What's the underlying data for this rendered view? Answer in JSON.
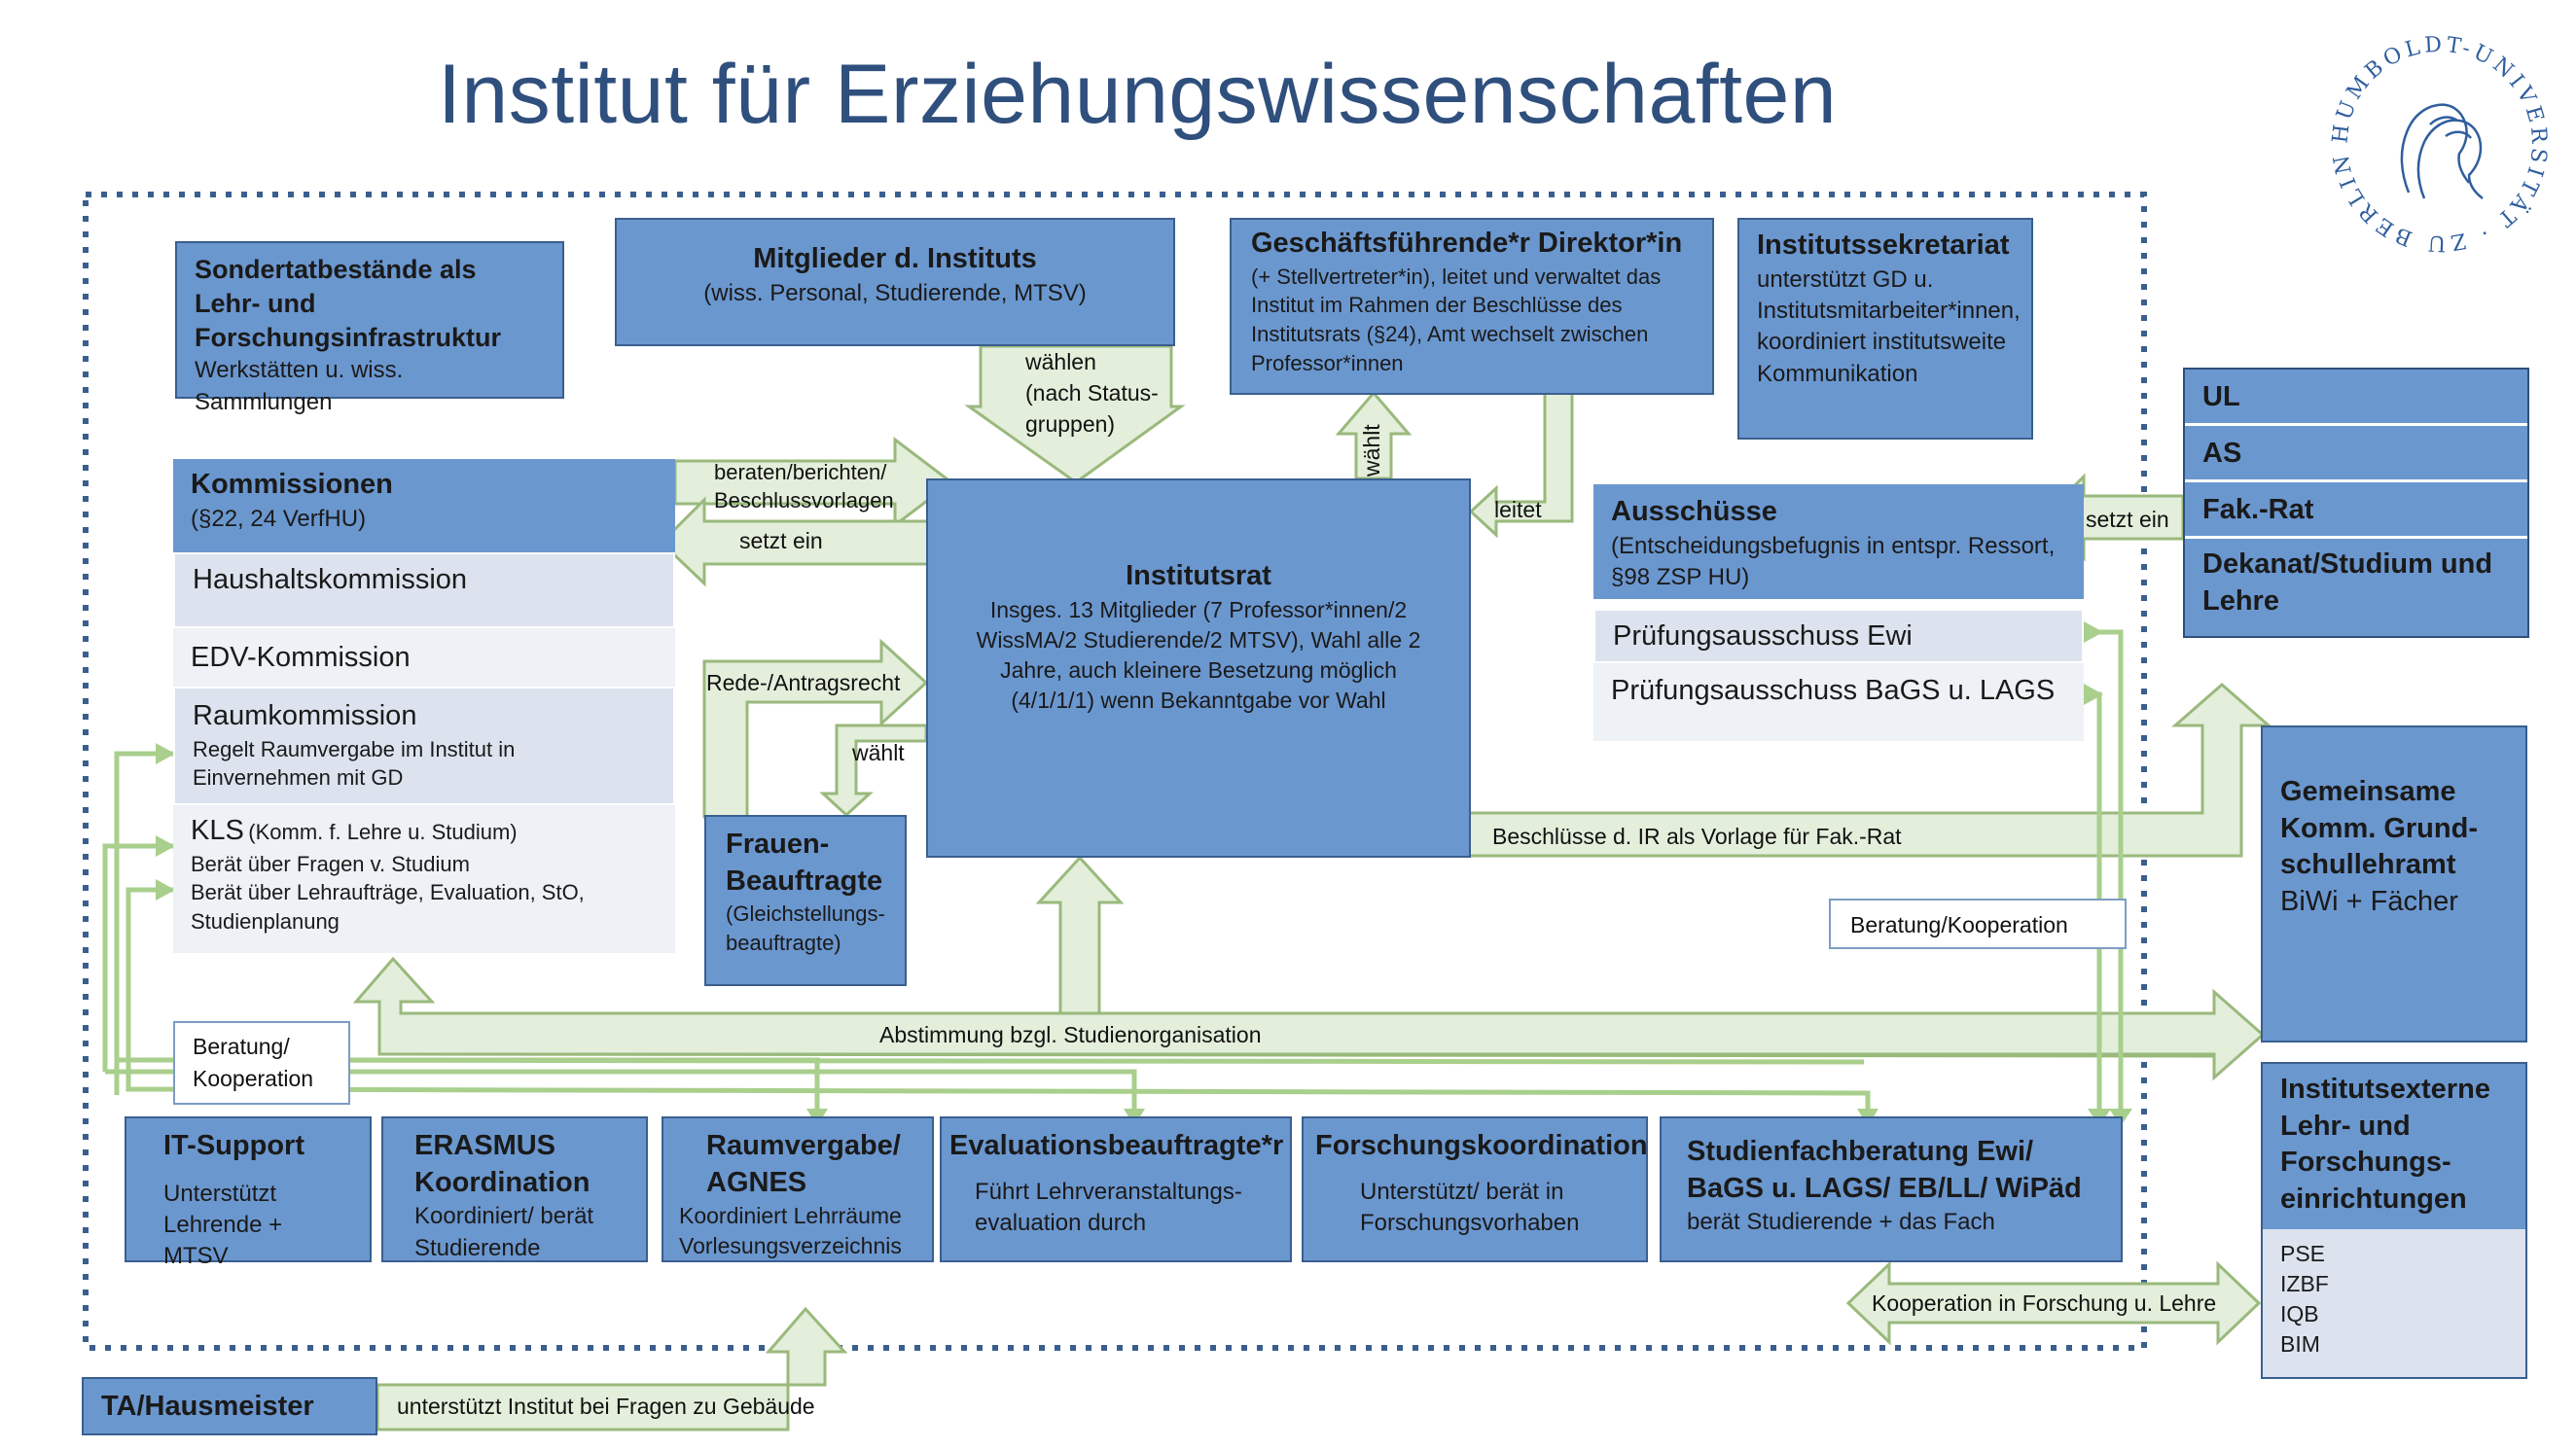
{
  "title": "Institut für Erziehungswissenschaften",
  "seal": {
    "text": "HUMBOLDT-UNIVERSITÄT · ZU BERLIN ·"
  },
  "boxes": {
    "sondertat": {
      "title": "Sondertatbestände als Lehr- und Forschungsinfrastruktur",
      "text": "Werkstätten u. wiss. Sammlungen"
    },
    "mitglieder": {
      "title": "Mitglieder d. Instituts",
      "text": "(wiss. Personal, Studierende, MTSV)"
    },
    "direktor": {
      "title": "Geschäftsführende*r Direktor*in",
      "text": "(+ Stellvertreter*in), leitet und verwaltet das Institut im Rahmen der Beschlüsse des Institutsrats (§24), Amt wechselt zwischen Professor*innen"
    },
    "sekretariat": {
      "title": "Institutssekretariat",
      "text": "unterstützt GD u. Institutsmitarbeiter*innen, koordiniert institutsweite Kommunikation"
    },
    "kommissionen": {
      "title": "Kommissionen",
      "subtitle": "(§22, 24 VerfHU)",
      "haushalt": "Haushaltskommission",
      "edv": "EDV-Kommission",
      "raum_title": "Raumkommission",
      "raum_text": "Regelt Raumvergabe im Institut in Einvernehmen mit GD",
      "kls_title": "KLS",
      "kls_sub": "(Komm. f. Lehre u. Studium)",
      "kls_text": "Berät über Fragen v. Studium\nBerät über Lehraufträge, Evaluation, StO, Studienplanung"
    },
    "institutsrat": {
      "title": "Institutsrat",
      "text": "Insges. 13 Mitglieder (7 Professor*innen/2 WissMA/2 Studierende/2 MTSV), Wahl alle 2 Jahre, auch kleinere Besetzung möglich (4/1/1/1) wenn Bekanntgabe vor Wahl"
    },
    "frauen": {
      "title": "Frauen-Beauftragte",
      "text": "(Gleichstellungs-beauftragte)"
    },
    "ausschuesse": {
      "title": "Ausschüsse",
      "text": "(Entscheidungsbefugnis in entspr. Ressort, §98 ZSP HU)",
      "item1": "Prüfungsausschuss Ewi",
      "item2": "Prüfungsausschuss BaGS u. LAGS"
    },
    "ul_stack": {
      "ul": "UL",
      "as": "AS",
      "fak": "Fak.-Rat",
      "dekanat": "Dekanat/Studium und Lehre"
    },
    "gemeinsame": {
      "title": "Gemeinsame Komm. Grund-schullehramt",
      "text": "BiWi + Fächer"
    },
    "extern": {
      "title": "Institutsexterne Lehr- und Forschungs-einrichtungen",
      "list": "PSE\nIZBF\nIQB\nBIM"
    },
    "it": {
      "title": "IT-Support",
      "text": "Unterstützt Lehrende + MTSV"
    },
    "erasmus": {
      "title": "ERASMUS Koordination",
      "text": "Koordiniert/ berät Studierende"
    },
    "raumvergabe": {
      "title": "Raumvergabe/ AGNES",
      "text": "Koordiniert Lehrräume Vorlesungsverzeichnis"
    },
    "evaluation": {
      "title": "Evaluationsbeauftragte*r",
      "text": "Führt Lehrveranstaltungs-evaluation durch"
    },
    "forschung": {
      "title": "Forschungskoordination",
      "text": "Unterstützt/ berät in Forschungsvorhaben"
    },
    "studienfach": {
      "title": "Studienfachberatung Ewi/ BaGS u. LAGS/ EB/LL/ WiPäd",
      "text": "berät Studierende + das Fach"
    },
    "ta": {
      "title": "TA/Hausmeister"
    }
  },
  "labels": {
    "waehlen": "wählen\n(nach Status-\ngruppen)",
    "waehlt_up": "wählt",
    "leitet": "leitet",
    "beraten": "beraten/berichten/\nBeschlussvorlagen",
    "setzt_ein_left": "setzt ein",
    "setzt_ein_right": "setzt ein",
    "rede": "Rede-/Antragsrecht",
    "waehlt_frauen": "wählt",
    "beschluesse": "Beschlüsse d. IR als Vorlage für Fak.-Rat",
    "beratung_koop_right": "Beratung/Kooperation",
    "beratung_koop_left": "Beratung/\nKooperation",
    "abstimmung": "Abstimmung bzgl. Studienorganisation",
    "kooperation_forschung": "Kooperation in Forschung u. Lehre",
    "ta_text": "unterstützt Institut bei Fragen zu Gebäude"
  },
  "colors": {
    "dark_box": "#6b97cf",
    "light_box": "#dce3ee",
    "arrow_fill": "#e3eedb",
    "arrow_stroke": "#9ab97c",
    "green_line": "#a9cf8c",
    "title": "#2f4f7d",
    "dotted": "#3a5f8f"
  }
}
